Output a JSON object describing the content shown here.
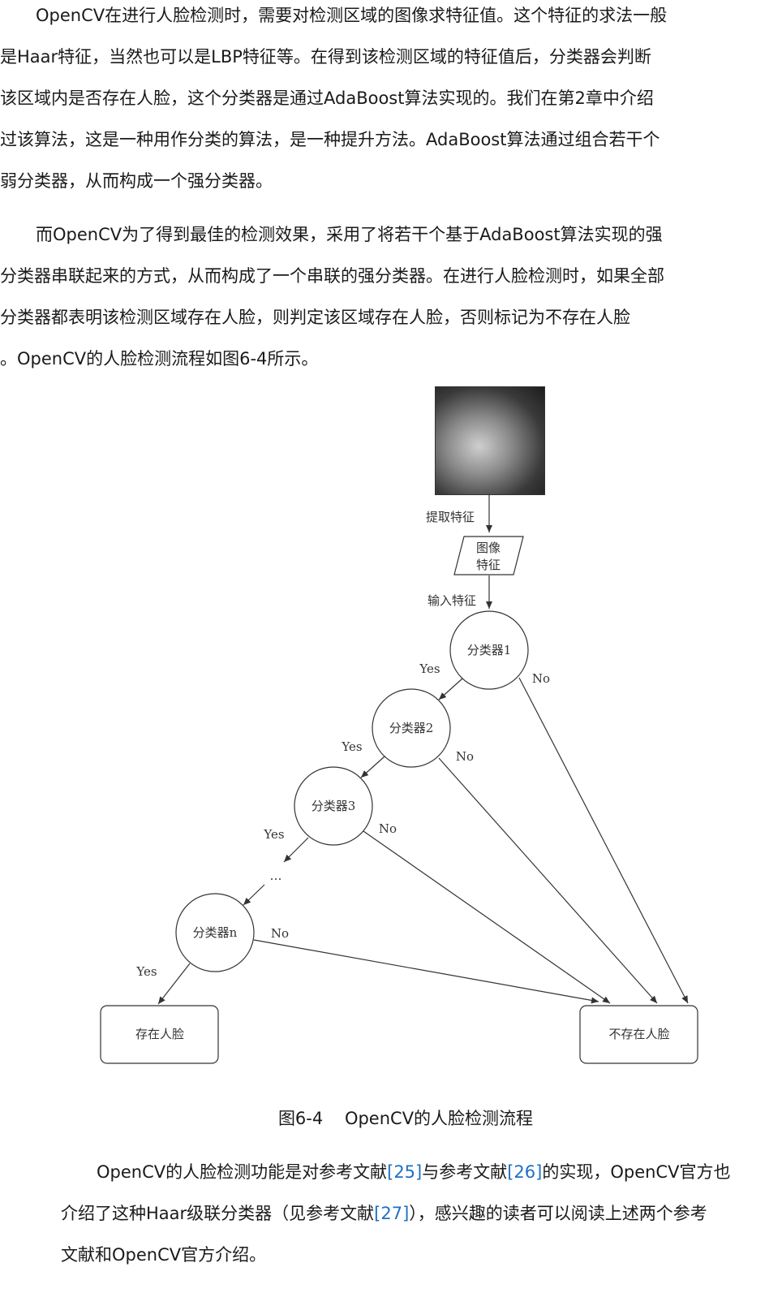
{
  "paragraph1": [
    "OpenCV在进行人脸检测时，需要对检测区域的图像求特征值。这个特征的求法一般",
    "是Haar特征，当然也可以是LBP特征等。在得到该检测区域的特征值后，分类器会判断",
    "该区域内是否存在人脸，这个分类器是通过AdaBoost算法实现的。我们在第2章中介绍",
    "过该算法，这是一种用作分类的算法，是一种提升方法。AdaBoost算法通过组合若干个",
    "弱分类器，从而构成一个强分类器。"
  ],
  "paragraph2": [
    "而OpenCV为了得到最佳的检测效果，采用了将若干个基于AdaBoost算法实现的强",
    "分类器串联起来的方式，从而构成了一个串联的强分类器。在进行人脸检测时，如果全部",
    "分类器都表明该检测区域存在人脸，则判定该区域存在人脸，否则标记为不存在人脸",
    "。OpenCV的人脸检测流程如图6-4所示。"
  ],
  "figure": {
    "extract_label": "提取特征",
    "feature_box": [
      "图像",
      "特征"
    ],
    "input_label": "输入特征",
    "classifiers": [
      "分类器1",
      "分类器2",
      "分类器3",
      "分类器n"
    ],
    "ellipsis": "…",
    "yes": "Yes",
    "no": "No",
    "face_present": "存在人脸",
    "face_absent": "不存在人脸"
  },
  "caption": "图6-4    OpenCV的人脸检测流程",
  "paragraph3": {
    "line1_a": "OpenCV的人脸检测功能是对参考文献",
    "ref25": "[25]",
    "line1_b": "与参考文献",
    "ref26": "[26]",
    "line1_c": "的实现，OpenCV官方也",
    "line2_a": "介绍了这种Haar级联分类器（见参考文献",
    "ref27": "[27]",
    "line2_b": "），感兴趣的读者可以阅读上述两个参考",
    "line3": "文献和OpenCV官方介绍。"
  },
  "colors": {
    "text": "#1a1a1a",
    "link": "#1f6fc4",
    "diagram": "#333333"
  }
}
